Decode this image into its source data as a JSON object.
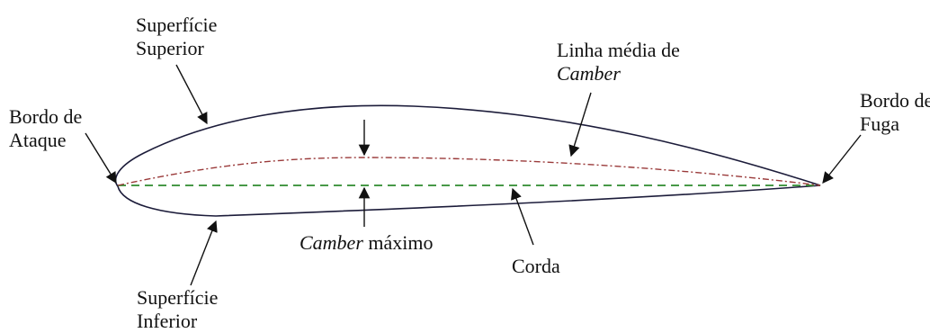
{
  "labels": {
    "upper_surface": [
      "Superfície",
      "Superior"
    ],
    "lower_surface": [
      "Superfície",
      "Inferior"
    ],
    "leading_edge": [
      "Bordo de",
      "Ataque"
    ],
    "trailing_edge": [
      "Bordo de",
      "Fuga"
    ],
    "mean_camber_line": {
      "line1": "Linha média de",
      "line2": "Camber"
    },
    "max_camber": {
      "italic": "Camber",
      "rest": " máximo"
    },
    "chord": "Corda"
  },
  "colors": {
    "outline": "#1c1c3a",
    "camber_line": "#9a3a3a",
    "chord_line": "#2e8b2e",
    "arrow": "#111111",
    "text": "#111111"
  }
}
